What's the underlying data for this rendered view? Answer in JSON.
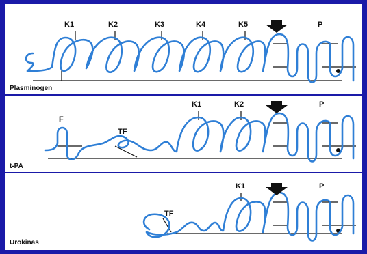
{
  "background_color": "#1a1aa8",
  "chain_color": "#2f7fd6",
  "rows": [
    {
      "name": "Plasminogen",
      "domain_labels": [
        "K1",
        "K2",
        "K3",
        "K4",
        "K5",
        "P"
      ],
      "arrow": "cleavage-arrow"
    },
    {
      "name": "t-PA",
      "domain_labels": [
        "F",
        "TF",
        "K1",
        "K2",
        "P"
      ],
      "arrow": "cleavage-arrow"
    },
    {
      "name": "Urokinas",
      "domain_labels": [
        "TF",
        "K1",
        "P"
      ],
      "arrow": "cleavage-arrow"
    }
  ]
}
